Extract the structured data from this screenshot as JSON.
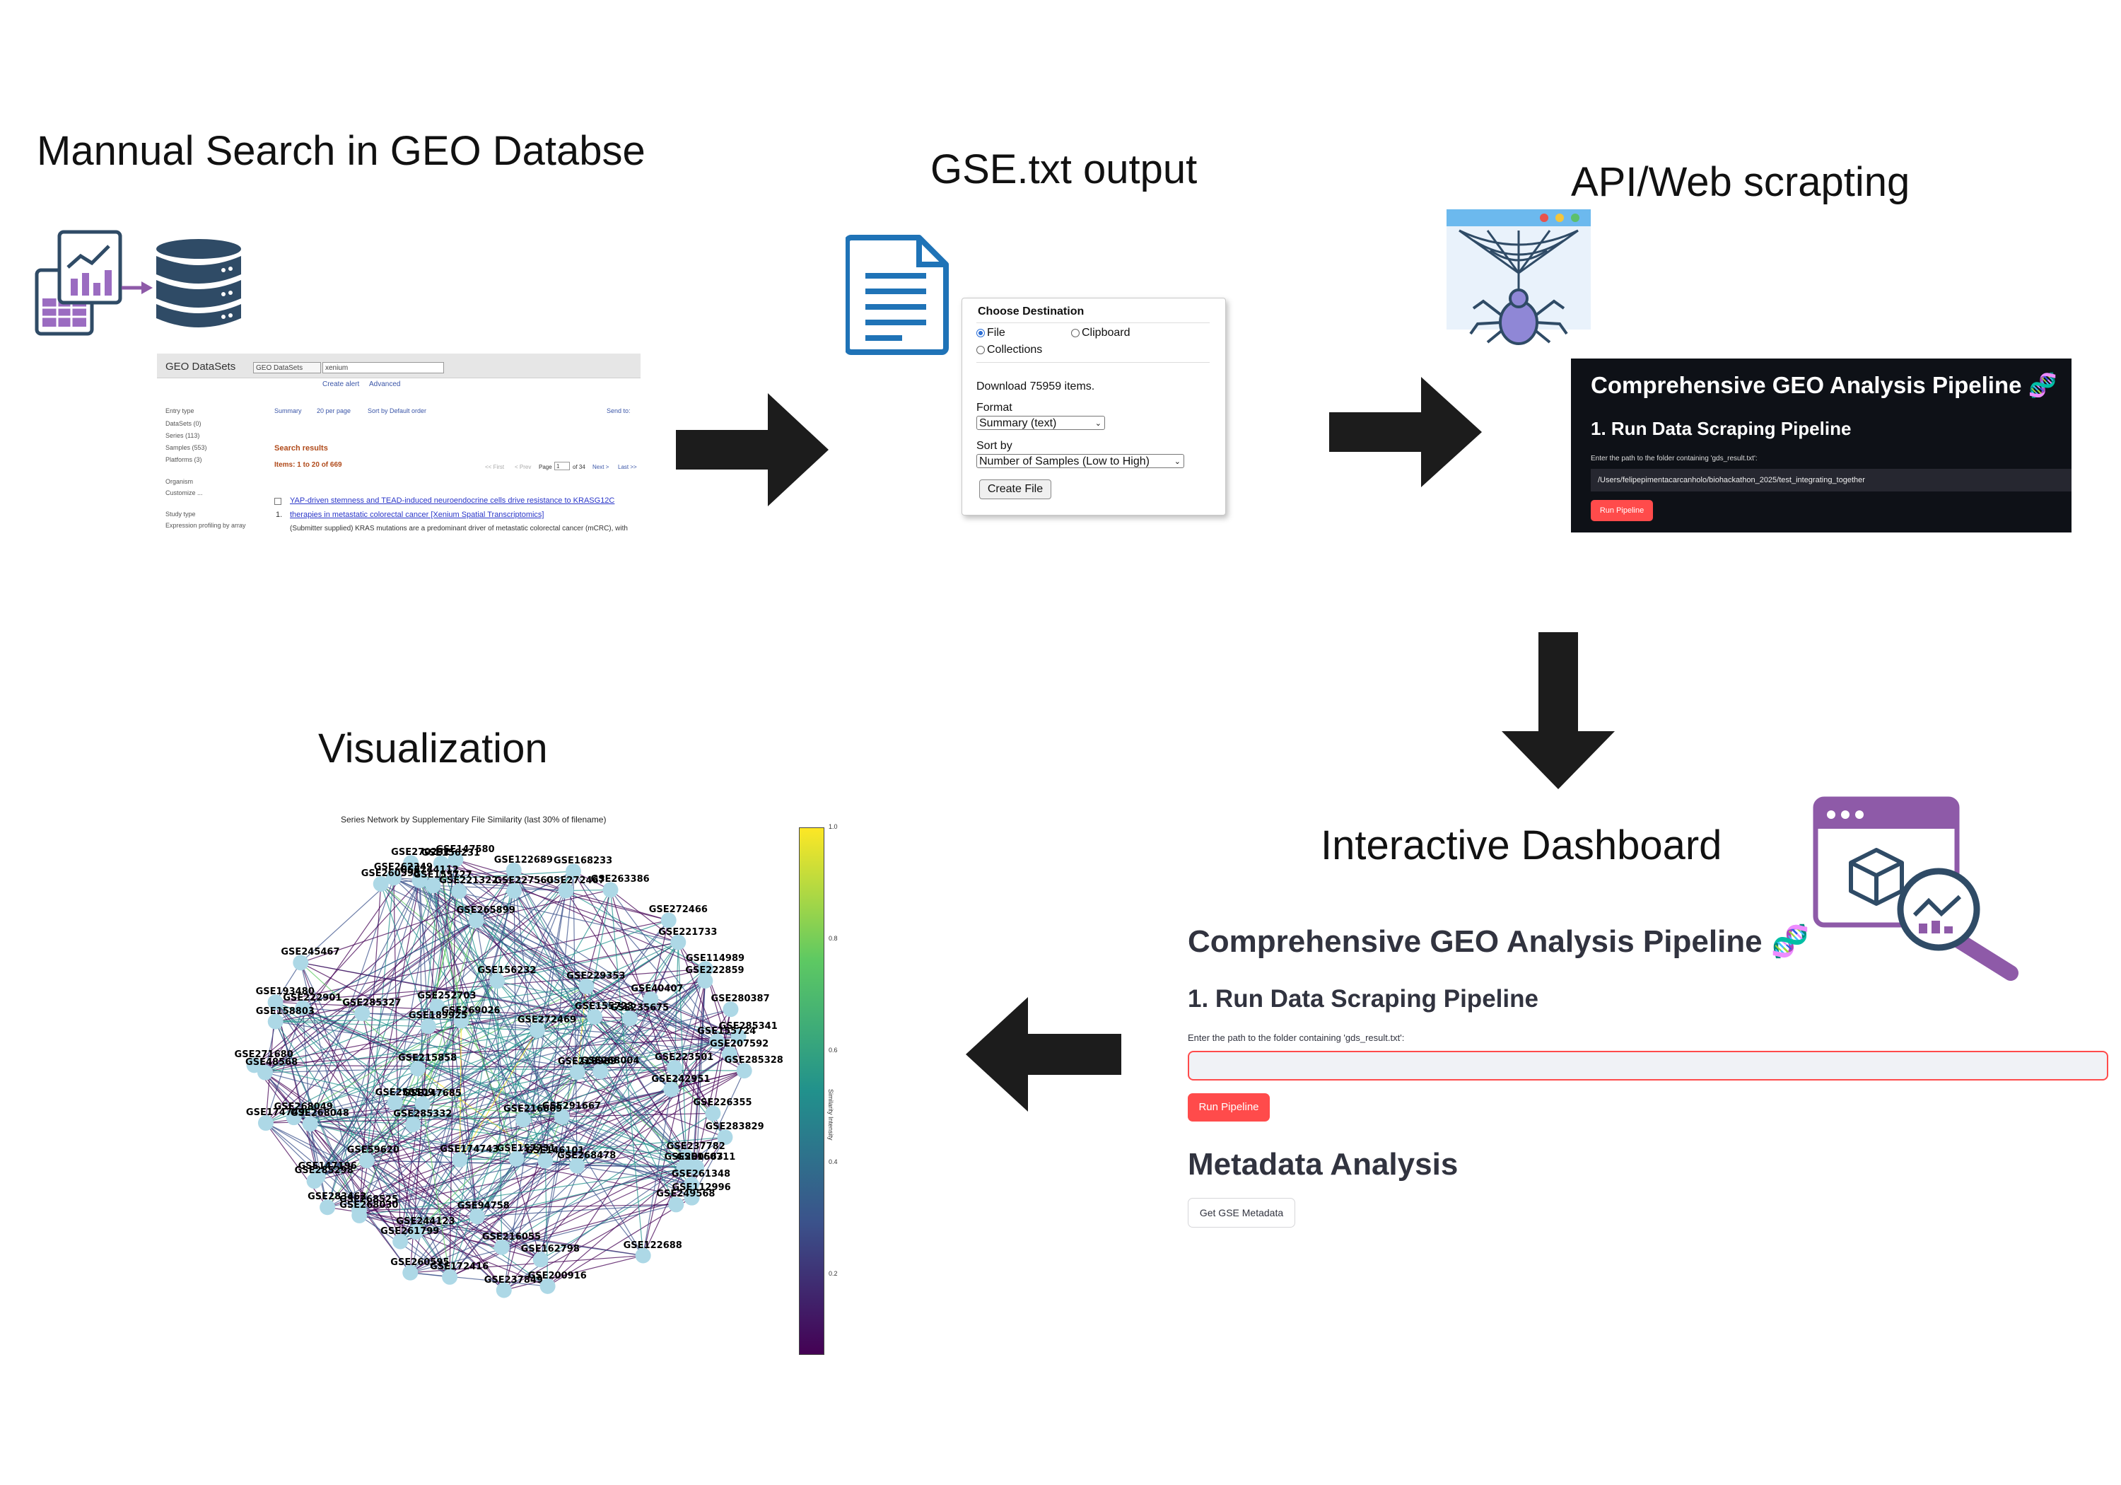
{
  "stages": {
    "manual_search": "Mannual Search in GEO Databse",
    "gse_output": "GSE.txt output",
    "api_scraping": "API/Web scrapting",
    "dashboard": "Interactive Dashboard",
    "visualization": "Visualization"
  },
  "geo": {
    "logo": "GEO DataSets",
    "db_select": "GEO DataSets",
    "query": "xenium",
    "create_alert": "Create alert",
    "advanced": "Advanced",
    "entry_type": "Entry type",
    "filters": [
      "DataSets (0)",
      "Series (113)",
      "Samples (553)",
      "Platforms (3)"
    ],
    "organism": "Organism",
    "customize": "Customize ...",
    "study_type": "Study type",
    "study_item": "Expression profiling by array",
    "toolbar": [
      "Summary",
      "20 per page",
      "Sort by Default order"
    ],
    "send_to": "Send to:",
    "search_results": "Search results",
    "items": "Items: 1 to 20 of 669",
    "pager_first": "<< First",
    "pager_prev": "< Prev",
    "pager_page": "Page",
    "pager_num": "1",
    "pager_of": "of 34",
    "pager_next": "Next >",
    "pager_last": "Last >>",
    "result_line1": "YAP-driven stemness and TEAD-induced neuroendocrine cells drive resistance to KRASG12C",
    "result_num": "1.",
    "result_line2": "therapies in metastatic colorectal cancer [Xenium Spatial Transcriptomics]",
    "result_line3": "(Submitter supplied) KRAS mutations are a predominant driver of metastatic colorectal cancer (mCRC), with"
  },
  "dialog": {
    "title": "Choose Destination",
    "opt_file": "File",
    "opt_clipboard": "Clipboard",
    "opt_collections": "Collections",
    "download": "Download 75959 items.",
    "format_label": "Format",
    "format_value": "Summary (text)",
    "sort_label": "Sort by",
    "sort_value": "Number of Samples (Low to High)",
    "create_button": "Create File"
  },
  "dark": {
    "title": "Comprehensive GEO Analysis Pipeline",
    "emoji": "🧬",
    "subtitle": "1. Run Data Scraping Pipeline",
    "label": "Enter the path to the folder containing 'gds_result.txt':",
    "input_value": "/Users/felipepimentacarcanholo/biohackathon_2025/test_integrating_together",
    "button": "Run Pipeline"
  },
  "light": {
    "title": "Comprehensive GEO Analysis Pipeline",
    "emoji": "🧬",
    "subtitle": "1. Run Data Scraping Pipeline",
    "label": "Enter the path to the folder containing 'gds_result.txt':",
    "input_value": "",
    "button": "Run Pipeline",
    "section2": "Metadata Analysis",
    "button2": "Get GSE Metadata"
  },
  "network": {
    "title": "Series Network by Supplementary File Similarity (last 30% of filename)",
    "colorbar_label": "Similarity Intensity",
    "colorbar_ticks": [
      "1.0",
      "0.8",
      "0.6",
      "0.4",
      "0.2"
    ],
    "colormap": [
      "#440154",
      "#3b528b",
      "#21918c",
      "#5ec962",
      "#fde725"
    ],
    "node_color": "#add8e6",
    "nodes": [
      "GSE223501",
      "GSE283829",
      "GSE112996",
      "GSE268478",
      "GSE162798",
      "GSE216055",
      "GSE94758",
      "GSE261799",
      "GSE283462",
      "GSE59620",
      "GSE147196",
      "GSE268048",
      "GSE215858",
      "GSE193480",
      "GSE222901",
      "GSE189925",
      "GSE155727",
      "GSE270231",
      "GSE156232",
      "GSE122689",
      "GSE168233",
      "GSE229353",
      "GSE114989",
      "GSE222859",
      "GSE268004",
      "GSE207592",
      "GSE226355",
      "GSE146101",
      "GSE200563",
      "GSE249568",
      "GSE157731",
      "GSE237849",
      "GSE260595",
      "GSE285332",
      "GSE244123",
      "GSE268030",
      "GSE250509",
      "GSE174749",
      "GSE271680",
      "GSE269026",
      "GSE245467",
      "GSE262349",
      "GSE252703",
      "GSE244112",
      "GSE156231",
      "GSE272469",
      "GSE272467",
      "GSE221733",
      "GSE40407",
      "GSE285341",
      "GSE280387",
      "GSE218989",
      "GSE160711",
      "GSE261348",
      "GSE291667",
      "GSE122688",
      "GSE200916",
      "GSE216669",
      "GSE172416",
      "GSE268525",
      "GSE174743",
      "GSE285298",
      "GSE268049",
      "GSE147685",
      "GSE48568",
      "GSE158803",
      "GSE285327",
      "GSE260598",
      "GSE147580",
      "GSE265899",
      "GSE221322",
      "GSE227560",
      "GSE155723",
      "GSE263386",
      "GSE272466",
      "GSE235675",
      "GSE155724",
      "GSE285328",
      "GSE242951",
      "GSE237782"
    ]
  },
  "colors": {
    "arrow": "#1c1c1c",
    "streamlit_red": "#ff4b4b",
    "dark_bg": "#0e1117",
    "icon_purple": "#8e5aa8",
    "icon_navy": "#2f4b66",
    "doc_blue": "#1f73b7"
  },
  "icons": [
    "charts-document-icon",
    "database-icon",
    "document-icon",
    "spider-web-icon",
    "dashboard-analytics-icon"
  ]
}
